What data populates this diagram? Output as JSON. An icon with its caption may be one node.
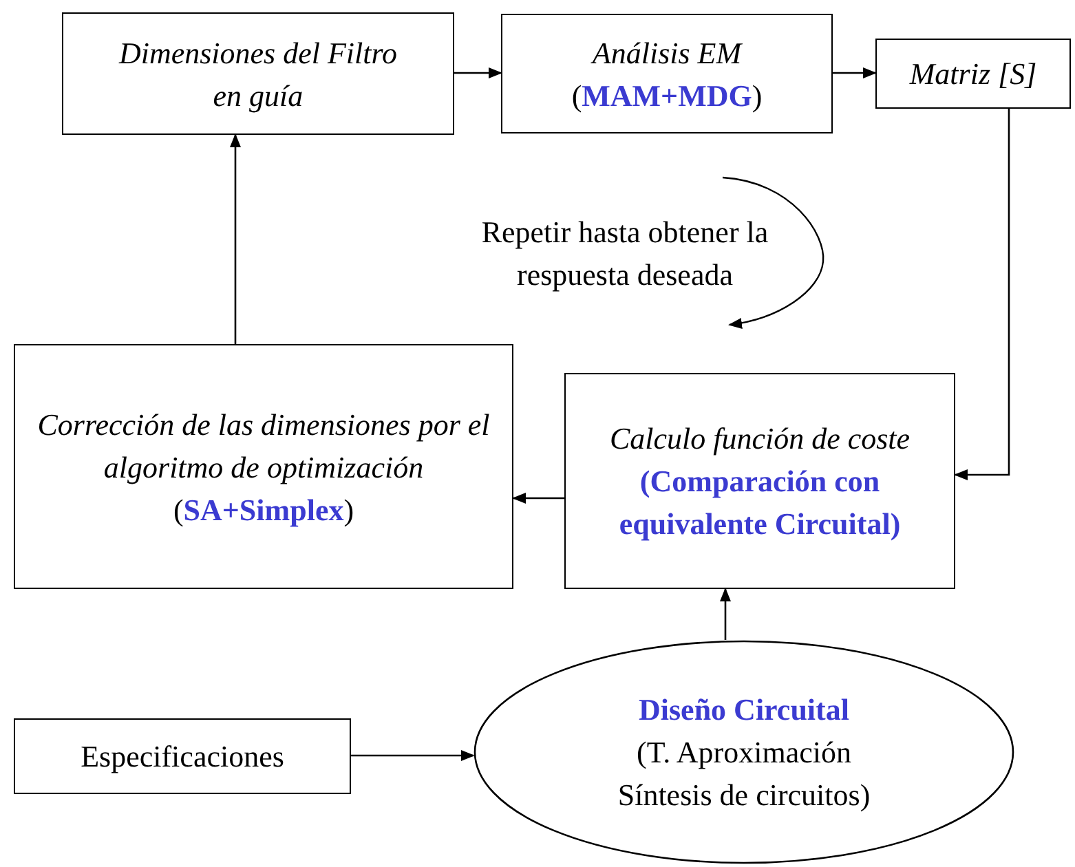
{
  "diagram": {
    "nodes": [
      {
        "text": [
          "Dimensiones del Filtro en guía"
        ]
      },
      {
        "text": [
          "Análisis EM",
          "(**MAM+MDG**)"
        ]
      },
      {
        "text": [
          "Matriz [S]"
        ]
      },
      {
        "text": [
          "Corrección de las dimensiones por el algoritmo de optimización",
          "(**SA+Simplex**)"
        ]
      },
      {
        "text": [
          "Calculo función de coste",
          "**(Comparación con equivalente Circuital)**"
        ]
      },
      {
        "text": [
          "Especificaciones"
        ]
      },
      {
        "text": [
          "**Diseño Circuital**",
          "(T. Aproximación Síntesis de circuitos)"
        ]
      }
    ],
    "edges": [
      {
        "from": 0,
        "to": 1,
        "arrow": "to"
      },
      {
        "from": 1,
        "to": 2,
        "arrow": "to"
      },
      {
        "from": 2,
        "to": 4,
        "arrow": "to"
      },
      {
        "from": 4,
        "to": 3,
        "arrow": "to"
      },
      {
        "from": 3,
        "to": 0,
        "arrow": "to"
      },
      {
        "from": 5,
        "to": 6,
        "arrow": "to"
      },
      {
        "from": 6,
        "to": 4,
        "arrow": "to"
      }
    ],
    "labels": [
      "Repetir hasta obtener la respuesta deseada"
    ]
  }
}
